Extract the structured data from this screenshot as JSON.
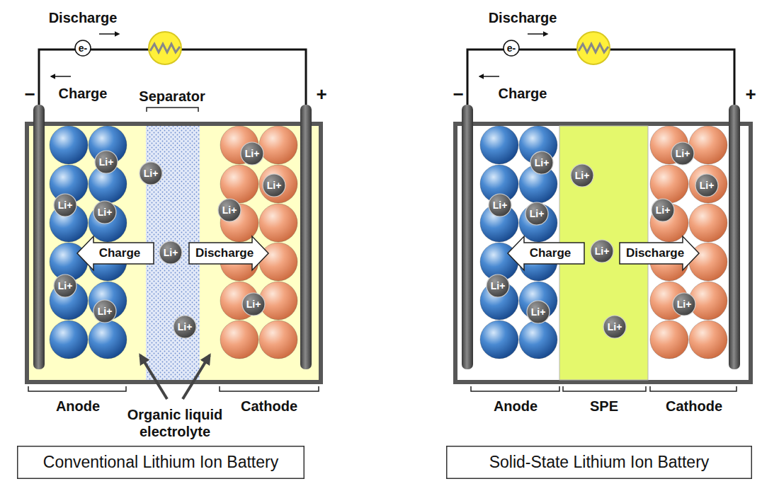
{
  "diagram": {
    "nodes": [
      {
        "text": [
          "e-"
        ]
      },
      {
        "text": [
          "Li+"
        ]
      },
      {
        "text": [
          "Li+"
        ]
      },
      {
        "text": [
          "Li+"
        ]
      },
      {
        "text": [
          "Li+"
        ]
      },
      {
        "text": [
          "Li+"
        ]
      },
      {
        "text": [
          "Li+"
        ]
      },
      {
        "text": [
          "Li+"
        ]
      },
      {
        "text": [
          "Li+"
        ]
      },
      {
        "text": [
          "Li+"
        ]
      },
      {
        "text": [
          "Li+"
        ]
      },
      {
        "text": [
          "Li+"
        ]
      },
      {
        "text": [
          "Li+"
        ]
      },
      {
        "text": [
          "Charge"
        ]
      },
      {
        "text": [
          "Discharge"
        ]
      },
      {
        "text": [
          "Conventional Lithium Ion Battery"
        ]
      },
      {
        "text": [
          "e-"
        ]
      },
      {
        "text": [
          "Li+"
        ]
      },
      {
        "text": [
          "Li+"
        ]
      },
      {
        "text": [
          "Li+"
        ]
      },
      {
        "text": [
          "Li+"
        ]
      },
      {
        "text": [
          "Li+"
        ]
      },
      {
        "text": [
          "Li+"
        ]
      },
      {
        "text": [
          "Li+"
        ]
      },
      {
        "text": [
          "Li+"
        ]
      },
      {
        "text": [
          "Li+"
        ]
      },
      {
        "text": [
          "Li+"
        ]
      },
      {
        "text": [
          "Li+"
        ]
      },
      {
        "text": [
          "Li+"
        ]
      },
      {
        "text": [
          "Charge"
        ]
      },
      {
        "text": [
          "Discharge"
        ]
      },
      {
        "text": [
          "Solid-State Lithium Ion Battery"
        ]
      }
    ],
    "labels": [
      "Discharge",
      "Charge",
      "−",
      "+",
      "Separator",
      "Anode",
      "Organic liquid electrolyte",
      "Cathode",
      "Discharge",
      "Charge",
      "−",
      "+",
      "Anode",
      "SPE",
      "Cathode"
    ]
  }
}
